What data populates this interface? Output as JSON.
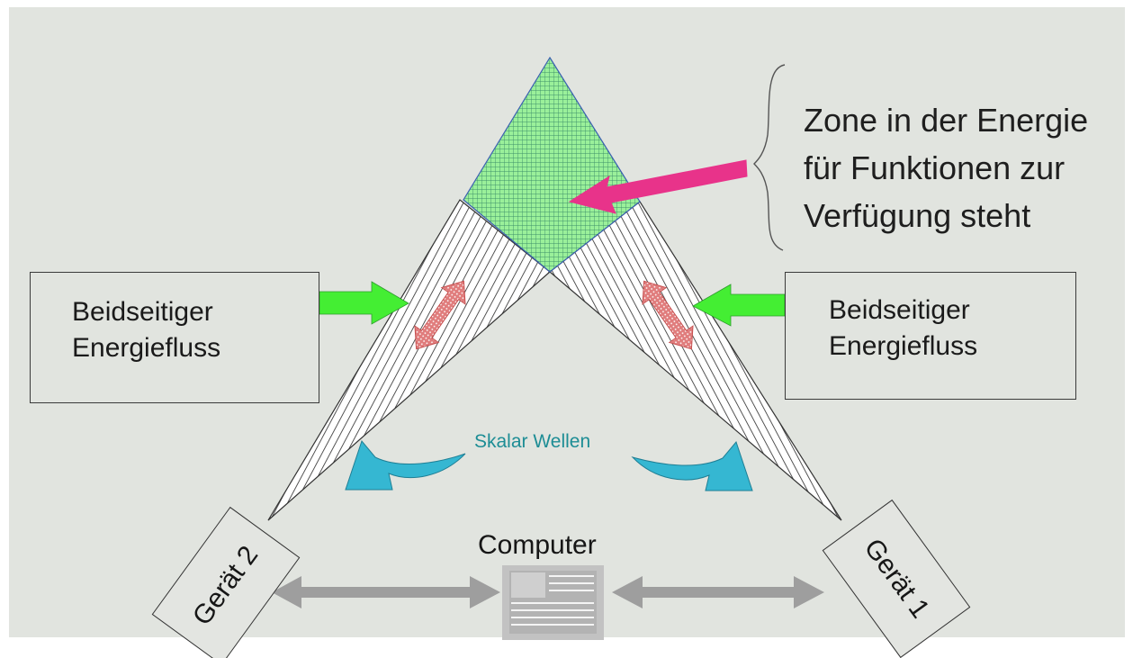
{
  "diagram": {
    "zone_text": [
      "Zone in der Energie",
      "für Funktionen zur",
      "Verfügung steht"
    ],
    "left_box": [
      "Beidseitiger",
      "Energiefluss"
    ],
    "right_box": [
      "Beidseitiger",
      "Energiefluss"
    ],
    "scalar_waves": "Skalar Wellen",
    "computer": "Computer",
    "device_left": "Gerät 2",
    "device_right": "Gerät 1"
  },
  "colors": {
    "background": "#e1e4df",
    "zone_fill": "#9af09a",
    "energy_arrow": "#44ee33",
    "pointer_arrow": "#e8338a",
    "bidirectional_arrow": "#e07c7c",
    "scalar_arrow": "#35b7d2",
    "scalar_text": "#1d8d95",
    "connection_arrow": "#9e9e9e"
  }
}
